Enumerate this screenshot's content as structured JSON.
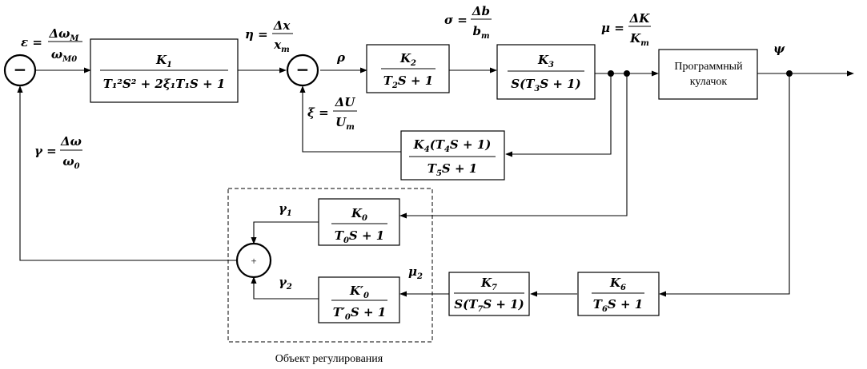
{
  "blocks": {
    "b1": {
      "num_base": "K",
      "num_sub": "1",
      "den": "T₁²S² + 2ξ₁T₁S + 1"
    },
    "b2": {
      "num_base": "K",
      "num_sub": "2",
      "den_base": "T",
      "den_sub": "2",
      "den_rest": "S + 1"
    },
    "b3": {
      "num_base": "K",
      "num_sub": "3",
      "den_pre": "S(T",
      "den_sub": "3",
      "den_rest": "S + 1)"
    },
    "b4": {
      "num_base": "K",
      "num_sub": "4",
      "num_mid": "(T",
      "num_sub2": "4",
      "num_rest": "S + 1)",
      "den_base": "T",
      "den_sub": "5",
      "den_rest": "S + 1"
    },
    "b0": {
      "num_base": "K",
      "num_sub": "0",
      "den_base": "T",
      "den_sub": "0",
      "den_rest": "S + 1"
    },
    "b0p": {
      "num_base": "K′",
      "num_sub": "0",
      "den_base": "T′",
      "den_sub": "0",
      "den_rest": "S + 1"
    },
    "b7": {
      "num_base": "K",
      "num_sub": "7",
      "den_pre": "S(T",
      "den_sub": "7",
      "den_rest": "S + 1)"
    },
    "b6": {
      "num_base": "K",
      "num_sub": "6",
      "den_base": "T",
      "den_sub": "6",
      "den_rest": "S + 1"
    },
    "cam": {
      "line1": "Программный",
      "line2": "кулачок"
    }
  },
  "summers": {
    "s1": "−",
    "s2": "−",
    "s3": "+"
  },
  "signals": {
    "epsilon": {
      "lhs": "ε =",
      "num_base": "Δω",
      "num_sub": "M",
      "den_base": "ω",
      "den_sub": "M0"
    },
    "eta": {
      "lhs": "η =",
      "num": "Δx",
      "den_base": "x",
      "den_sub": "m"
    },
    "rho": "ρ",
    "sigma": {
      "lhs": "σ =",
      "num": "Δb",
      "den_base": "b",
      "den_sub": "m"
    },
    "mu": {
      "lhs": "μ =",
      "num": "ΔK",
      "den_base": "K",
      "den_sub": "m"
    },
    "psi": "ψ",
    "xi": {
      "lhs": "ξ =",
      "num": "ΔU",
      "den_base": "U",
      "den_sub": "m"
    },
    "gamma": {
      "lhs": "γ =",
      "num": "Δω",
      "den_base": "ω",
      "den_sub": "0"
    },
    "gamma1": {
      "base": "γ",
      "sub": "1"
    },
    "gamma2": {
      "base": "γ",
      "sub": "2"
    },
    "mu2": {
      "base": "μ",
      "sub": "2"
    }
  },
  "caption": "Объект регулирования"
}
